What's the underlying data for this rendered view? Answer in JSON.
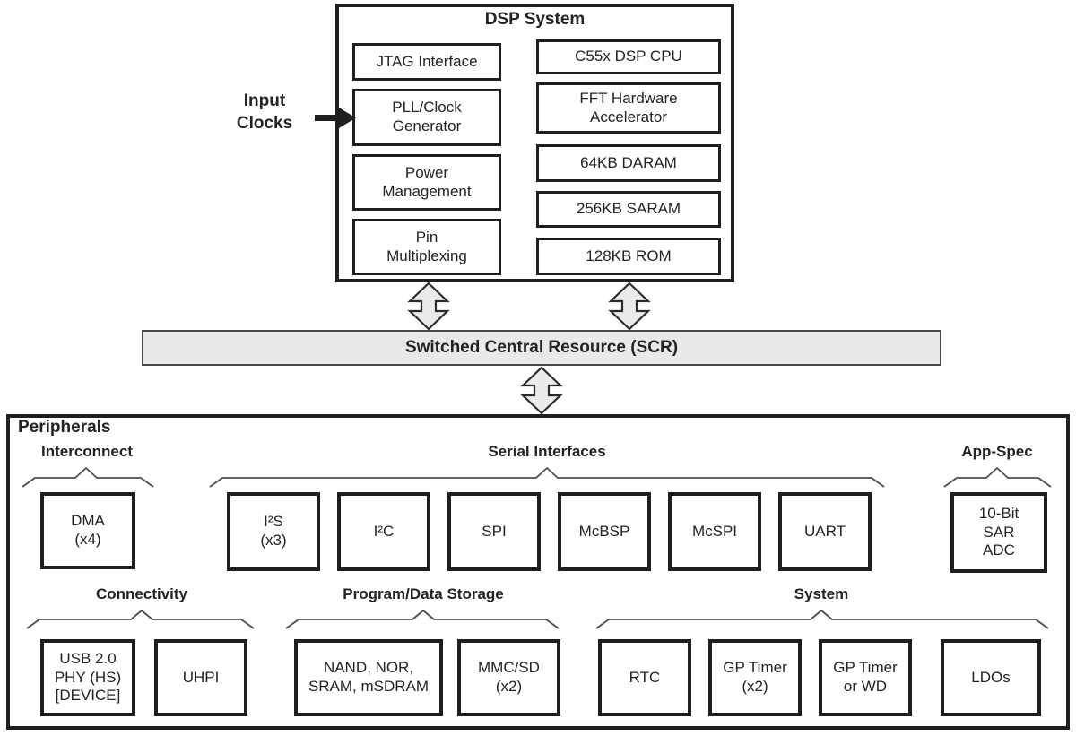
{
  "dsp_system": {
    "title": "DSP System",
    "blocks": {
      "jtag": "JTAG Interface",
      "pll": [
        "PLL/Clock",
        "Generator"
      ],
      "power": [
        "Power",
        "Management"
      ],
      "pinmux": [
        "Pin",
        "Multiplexing"
      ],
      "cpu": "C55x DSP CPU",
      "fft": [
        "FFT Hardware",
        "Accelerator"
      ],
      "daram": "64KB DARAM",
      "saram": "256KB SARAM",
      "rom": "128KB ROM"
    }
  },
  "input_clocks_label": [
    "Input",
    "Clocks"
  ],
  "scr": {
    "label": "Switched Central Resource (SCR)"
  },
  "peripherals": {
    "title": "Peripherals",
    "groups": {
      "interconnect": "Interconnect",
      "serial": "Serial Interfaces",
      "app_spec": "App-Spec",
      "connectivity": "Connectivity",
      "storage": "Program/Data Storage",
      "system": "System"
    },
    "blocks": {
      "dma": [
        "DMA",
        "(x4)"
      ],
      "i2s": [
        "I²S",
        "(x3)"
      ],
      "i2c": "I²C",
      "spi": "SPI",
      "mcbsp": "McBSP",
      "mcspi": "McSPI",
      "uart": "UART",
      "adc": [
        "10-Bit",
        "SAR",
        "ADC"
      ],
      "usb": [
        "USB 2.0",
        "PHY (HS)",
        "[DEVICE]"
      ],
      "uhpi": "UHPI",
      "nand": [
        "NAND, NOR,",
        "SRAM, mSDRAM"
      ],
      "mmcsd": [
        "MMC/SD",
        "(x2)"
      ],
      "rtc": "RTC",
      "gp_timer": [
        "GP Timer",
        "(x2)"
      ],
      "gp_timer_wd": [
        "GP Timer",
        "or WD"
      ],
      "ldos": "LDOs"
    }
  },
  "colors": {
    "line": "#1f1f1f",
    "arrow_fill": "#ebebeb",
    "scr_fill": "#e9e9e9",
    "brace": "#4e4e4e"
  }
}
